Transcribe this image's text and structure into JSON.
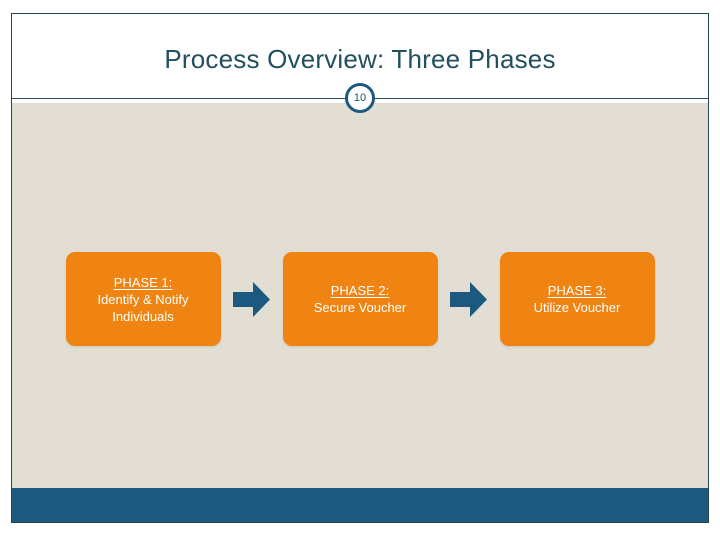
{
  "slide": {
    "title": "Process Overview: Three Phases",
    "slide_number": "10",
    "colors": {
      "title_text": "#23505f",
      "accent_blue": "#1d597e",
      "phase_box": "#ef8412",
      "body_background": "#e3ded3",
      "header_background": "#ffffff",
      "box_text": "#ffffff"
    }
  },
  "diagram": {
    "type": "linear-process-flow",
    "phases": [
      {
        "label": "PHASE 1:",
        "description": "Identify & Notify Individuals"
      },
      {
        "label": "PHASE 2:",
        "description": "Secure Voucher"
      },
      {
        "label": "PHASE 3:",
        "description": "Utilize Voucher"
      }
    ],
    "connectors": [
      {
        "icon": "right-arrow-icon"
      },
      {
        "icon": "right-arrow-icon"
      }
    ]
  }
}
